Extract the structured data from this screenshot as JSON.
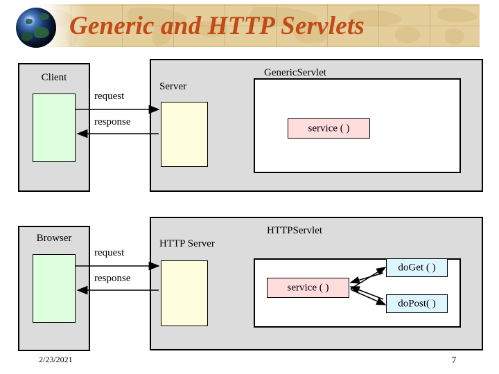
{
  "slide": {
    "title": "Generic and HTTP Servlets",
    "title_color": "#c24a15",
    "banner_color": "#e4ce9c",
    "globe_icon": "globe-icon"
  },
  "diagram_generic": {
    "client_label": "Client",
    "server_label": "Server",
    "request_label": "request",
    "response_label": "response",
    "servlet_label": "GenericServlet",
    "service_label": "service ( )",
    "colors": {
      "client_box": "#ddffdd",
      "server_box": "#ffffdd",
      "service_box": "#ffdddd",
      "container": "#dcdcdc"
    }
  },
  "diagram_http": {
    "client_label": "Browser",
    "server_label": "HTTP Server",
    "request_label": "request",
    "response_label": "response",
    "servlet_label": "HTTPServlet",
    "service_label": "service ( )",
    "doget_label": "doGet ( )",
    "dopost_label": "doPost( )",
    "colors": {
      "client_box": "#ddffdd",
      "server_box": "#ffffdd",
      "service_box": "#ffdddd",
      "method_box": "#ddf5ff",
      "container": "#dcdcdc"
    }
  },
  "footer": {
    "date": "2/23/2021",
    "page_number": "7"
  }
}
